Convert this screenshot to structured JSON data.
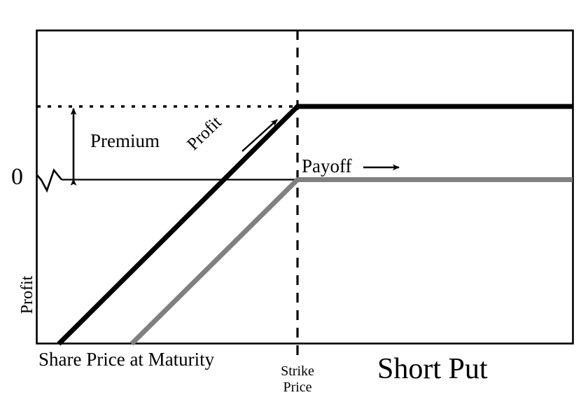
{
  "figure": {
    "title": "Short Put",
    "zero_label": "0",
    "y_axis_label": "Profit",
    "x_axis_label": "Share Price at Maturity",
    "strike_label_line1": "Strike",
    "strike_label_line2": "Price",
    "premium_label": "Premium",
    "profit_curve_label": "Profit",
    "payoff_curve_label": "Payoff",
    "colors": {
      "profit_line": "#000000",
      "payoff_line": "#808080",
      "axis": "#000000",
      "premium_guide": "#000000",
      "strike_guide": "#000000"
    }
  },
  "chart_data": {
    "type": "line",
    "title": "Short Put",
    "xlabel": "Share Price at Maturity",
    "ylabel": "Profit",
    "xlim": [
      0,
      100
    ],
    "ylim": [
      -100,
      45
    ],
    "grid": false,
    "legend": "inline-annotations",
    "annotations": [
      {
        "text": "Premium",
        "kind": "double-arrow-measure",
        "from_y": 20,
        "to_y": 0,
        "at_x": 7
      },
      {
        "text": "Profit",
        "kind": "curve-label-with-arrow",
        "rotation_deg": -44
      },
      {
        "text": "Payoff",
        "kind": "curve-label-with-arrow",
        "rotation_deg": 0
      },
      {
        "text": "Strike Price",
        "kind": "x-axis-marker",
        "at_x": 49
      }
    ],
    "reference_lines": [
      {
        "name": "zero-line",
        "orientation": "horizontal",
        "y": 0,
        "style": "solid",
        "color": "#000000"
      },
      {
        "name": "premium-level",
        "orientation": "horizontal",
        "y": 20,
        "style": "dotted",
        "color": "#000000"
      },
      {
        "name": "strike-price",
        "orientation": "vertical",
        "x": 49,
        "style": "dashed",
        "color": "#000000"
      }
    ],
    "axis_break": {
      "present": true,
      "axis": "x",
      "near": "origin",
      "style": "zigzag"
    },
    "series": [
      {
        "name": "Profit",
        "color": "#000000",
        "x": [
          4,
          49,
          100
        ],
        "y": [
          -100,
          20,
          20
        ],
        "description": "Short put profit: rises with share price up to strike, then flat at premium received"
      },
      {
        "name": "Payoff",
        "color": "#808080",
        "x": [
          16,
          49,
          100
        ],
        "y": [
          -100,
          0,
          0
        ],
        "description": "Short put payoff: rises with share price up to strike, then flat at zero"
      }
    ]
  }
}
